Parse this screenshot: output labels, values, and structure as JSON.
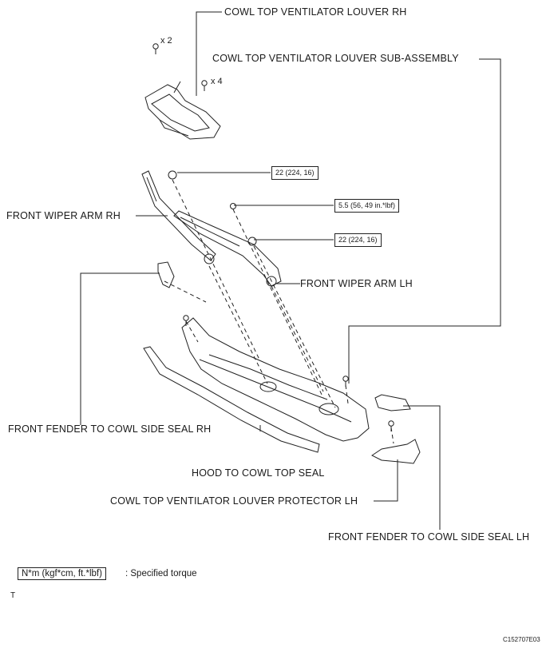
{
  "labels": {
    "louver_rh": "COWL TOP VENTILATOR LOUVER RH",
    "louver_sub_assembly": "COWL TOP VENTILATOR LOUVER SUB-ASSEMBLY",
    "wiper_arm_rh": "FRONT WIPER ARM RH",
    "wiper_arm_lh": "FRONT WIPER ARM LH",
    "fender_seal_rh": "FRONT FENDER TO COWL SIDE SEAL RH",
    "hood_seal": "HOOD TO COWL TOP SEAL",
    "louver_protector_lh": "COWL TOP VENTILATOR LOUVER PROTECTOR LH",
    "fender_seal_lh": "FRONT FENDER TO COWL SIDE SEAL LH"
  },
  "quantities": {
    "clip_a": "x 2",
    "clip_b": "x 4"
  },
  "torques": {
    "nut_rh": "22 (224, 16)",
    "nut_mid": "5.5 (56, 49 in.*lbf)",
    "nut_lh": "22 (224, 16)"
  },
  "legend": {
    "unit": "N*m (kgf*cm, ft.*lbf)",
    "description": ": Specified torque"
  },
  "orientation_mark": "T",
  "figure_id": "C152707E03"
}
